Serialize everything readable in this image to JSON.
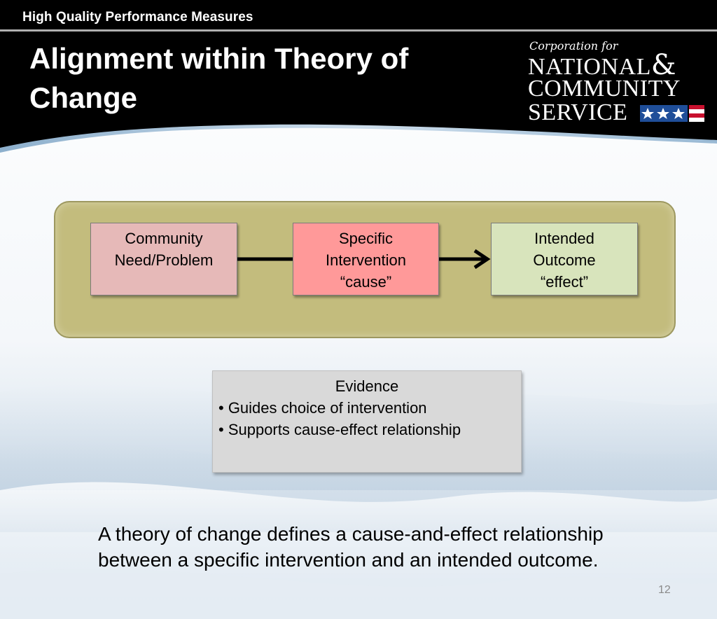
{
  "header": {
    "topbar_label": "High Quality Performance Measures",
    "title_lines": [
      "Alignment within Theory of",
      "Change"
    ]
  },
  "logo": {
    "corp": "Corporation for",
    "line1": "NATIONAL",
    "amp": "&",
    "line2": "COMMUNITY",
    "line3": "SERVICE"
  },
  "diagram": {
    "need": [
      "Community",
      "Need/Problem"
    ],
    "cause": [
      "Specific",
      "Intervention",
      "“cause”"
    ],
    "effect": [
      "Intended",
      "Outcome",
      "“effect”"
    ]
  },
  "evidence": {
    "title": "Evidence",
    "items": [
      "• Guides choice of intervention",
      "• Supports cause-effect relationship"
    ]
  },
  "caption": [
    "A theory of change defines a cause-and-effect relationship",
    "between a specific intervention and an intended outcome."
  ],
  "page_number": "12",
  "colors": {
    "header_bg": "#000000",
    "panel_bg": "#c3bc7d",
    "need_box": "#e6b9b8",
    "cause_box": "#ff9999",
    "effect_box": "#d8e4bc",
    "evidence_box": "#d9d9d9"
  }
}
